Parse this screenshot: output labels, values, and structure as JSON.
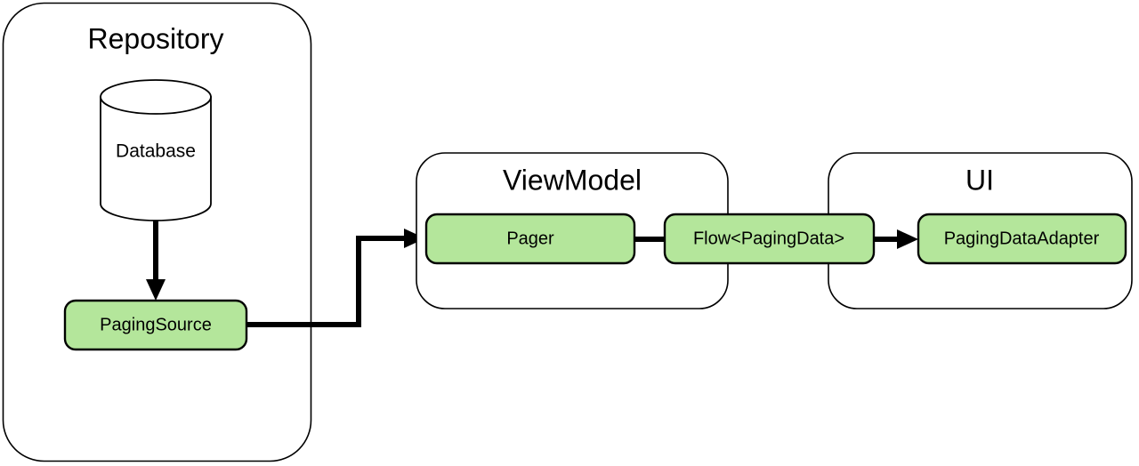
{
  "diagram": {
    "title_text_color": "#000000",
    "node_fill": "#b4e69b",
    "node_stroke": "#000000",
    "container_fill": "#ffffff",
    "container_stroke": "#000000",
    "edge_color": "#000000",
    "background": "#ffffff"
  },
  "groups": {
    "repository": {
      "label": "Repository"
    },
    "viewmodel": {
      "label": "ViewModel"
    },
    "ui": {
      "label": "UI"
    }
  },
  "nodes": {
    "database": {
      "label": "Database",
      "shape": "cylinder"
    },
    "paging_source": {
      "label": "PagingSource",
      "shape": "rounded-rect"
    },
    "pager": {
      "label": "Pager",
      "shape": "rounded-rect"
    },
    "flow_paging_data": {
      "label": "Flow<PagingData>",
      "shape": "rounded-rect"
    },
    "paging_data_adapter": {
      "label": "PagingDataAdapter",
      "shape": "rounded-rect"
    }
  },
  "edges": [
    {
      "from": "database",
      "to": "paging_source",
      "arrow": true
    },
    {
      "from": "paging_source",
      "to": "pager",
      "arrow": true
    },
    {
      "from": "pager",
      "to": "flow_paging_data",
      "arrow": false
    },
    {
      "from": "flow_paging_data",
      "to": "paging_data_adapter",
      "arrow": true
    }
  ]
}
